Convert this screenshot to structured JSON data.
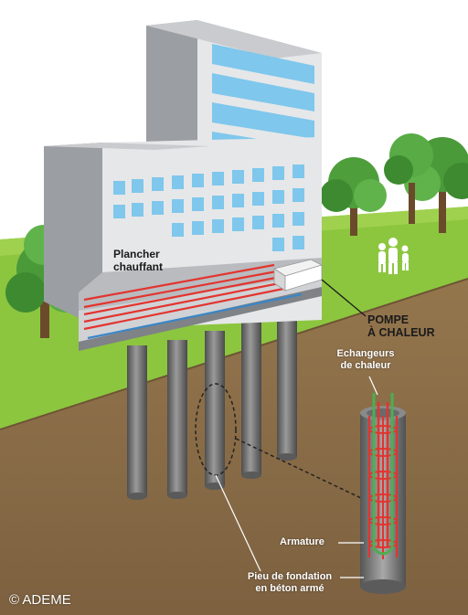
{
  "labels": {
    "heated_floor": [
      "Plancher",
      "chauffant"
    ],
    "heat_pump": [
      "POMPE",
      "À CHALEUR"
    ],
    "heat_exchangers": [
      "Echangeurs",
      "de chaleur"
    ],
    "reinforcement": "Armature",
    "foundation_pile": [
      "Pieu de fondation",
      "en béton armé"
    ],
    "copyright": "© ADEME"
  },
  "colors": {
    "sky": "#ffffff",
    "grass": "#8cc63f",
    "soil": "#8a6d47",
    "building_light": "#e6e7e9",
    "building_dark": "#9b9ea3",
    "window": "#7fc7ec",
    "pipe_hot": "#e3342f",
    "pipe_cold": "#3a86c8",
    "pile": "#6f6f6f"
  }
}
